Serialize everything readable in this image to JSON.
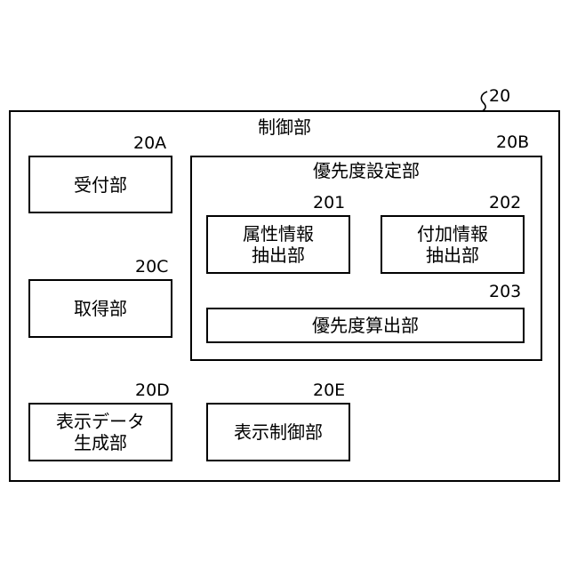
{
  "control_unit": {
    "ref": "20",
    "label": "制御部"
  },
  "receiving_unit": {
    "ref": "20A",
    "label": "受付部"
  },
  "priority_setting_unit": {
    "ref": "20B",
    "label": "優先度設定部"
  },
  "attribute_extraction_unit": {
    "ref": "201",
    "label": "属性情報\n抽出部"
  },
  "additional_extraction_unit": {
    "ref": "202",
    "label": "付加情報\n抽出部"
  },
  "priority_calculation_unit": {
    "ref": "203",
    "label": "優先度算出部"
  },
  "acquisition_unit": {
    "ref": "20C",
    "label": "取得部"
  },
  "display_data_generation_unit": {
    "ref": "20D",
    "label": "表示データ\n生成部"
  },
  "display_control_unit": {
    "ref": "20E",
    "label": "表示制御部"
  }
}
